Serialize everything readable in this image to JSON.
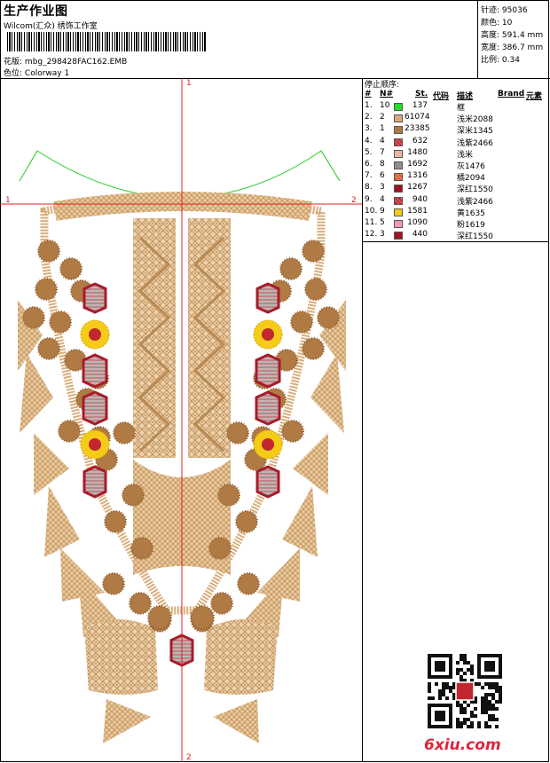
{
  "header": {
    "title": "生产作业图",
    "software": "Wilcom(汇众) 绣饰工作室",
    "file_label": "花版:",
    "file_name": "mbg_298428FAC162.EMB",
    "colorway_label": "色位:",
    "colorway_name": "Colorway 1"
  },
  "stats": {
    "stitches_label": "针迹:",
    "stitches": "95036",
    "colors_label": "颜色:",
    "colors": "10",
    "height_label": "高度:",
    "height": "591.4 mm",
    "width_label": "宽度:",
    "width": "386.7 mm",
    "scale_label": "比例:",
    "scale": "0.34"
  },
  "stop_sequence": {
    "title": "停止顺序:",
    "columns": {
      "index": "#",
      "n": "N#",
      "st": "St.",
      "code": "代码",
      "desc": "描述",
      "brand": "Brand",
      "element": "元素"
    },
    "rows": [
      {
        "idx": "1.",
        "n": "10",
        "st": "137",
        "color": "#22dd22",
        "desc": "框"
      },
      {
        "idx": "2.",
        "n": "2",
        "st": "61074",
        "color": "#d9a878",
        "desc": "浅米2088"
      },
      {
        "idx": "3.",
        "n": "1",
        "st": "23385",
        "color": "#b07846",
        "desc": "深米1345"
      },
      {
        "idx": "4.",
        "n": "4",
        "st": "632",
        "color": "#c2262f",
        "desc": "浅紫2466",
        "pattern": true
      },
      {
        "idx": "5.",
        "n": "7",
        "st": "1480",
        "color": "#e8b8a6",
        "desc": "浅米"
      },
      {
        "idx": "6.",
        "n": "8",
        "st": "1692",
        "color": "#8f8f8a",
        "desc": "灰1476"
      },
      {
        "idx": "7.",
        "n": "6",
        "st": "1316",
        "color": "#e0562c",
        "desc": "橘2094",
        "pattern": true
      },
      {
        "idx": "8.",
        "n": "3",
        "st": "1267",
        "color": "#a01222",
        "desc": "深红1550"
      },
      {
        "idx": "9.",
        "n": "4",
        "st": "940",
        "color": "#c2262f",
        "desc": "浅紫2466",
        "pattern": true
      },
      {
        "idx": "10.",
        "n": "9",
        "st": "1581",
        "color": "#f4cc18",
        "desc": "黄1635"
      },
      {
        "idx": "11.",
        "n": "5",
        "st": "1090",
        "color": "#f29ab0",
        "desc": "粉1619"
      },
      {
        "idx": "12.",
        "n": "3",
        "st": "440",
        "color": "#a01222",
        "desc": "深红1550"
      }
    ]
  },
  "design": {
    "axis_labels": {
      "top": "1",
      "bottom": "2",
      "left": "1",
      "right": "2"
    },
    "colors": {
      "beige": "#d2a874",
      "brown": "#b07a45",
      "red": "#a81b2a",
      "yellow": "#f4cc18",
      "green": "#22cc22",
      "axis": "#e02020"
    }
  },
  "watermark": "6xiu.com"
}
